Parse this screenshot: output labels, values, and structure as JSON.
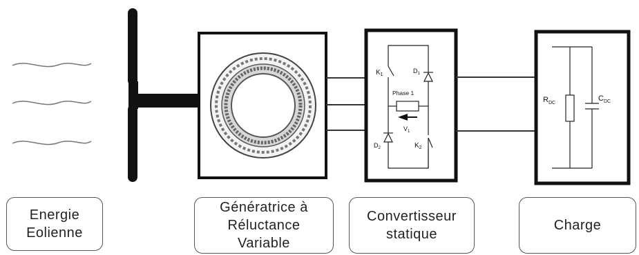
{
  "labels": {
    "wind": [
      "Energie",
      "Eolienne"
    ],
    "generator": [
      "Génératrice à",
      "Réluctance",
      "Variable"
    ],
    "converter": [
      "Convertisseur",
      "statique"
    ],
    "load": [
      "Charge"
    ]
  },
  "converter_circuit": {
    "k1": "K",
    "k1_sub": "1",
    "k2": "K",
    "k2_sub": "2",
    "d1": "D",
    "d1_sub": "1",
    "d2": "D",
    "d2_sub": "2",
    "phase": "Phase 1",
    "v": "V",
    "v_sub": "1"
  },
  "load_circuit": {
    "r": "R",
    "r_sub": "DC",
    "c": "C",
    "c_sub": "DC"
  }
}
